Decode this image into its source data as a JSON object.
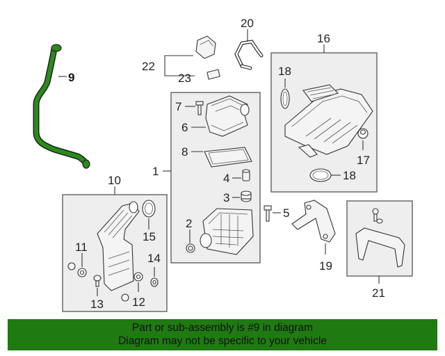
{
  "callouts": [
    "1",
    "2",
    "3",
    "4",
    "5",
    "6",
    "7",
    "8",
    "9",
    "10",
    "11",
    "12",
    "13",
    "14",
    "15",
    "16",
    "17",
    "18",
    "18",
    "19",
    "20",
    "21",
    "22",
    "23"
  ],
  "banner": {
    "line1": "Part or sub-assembly is #9 in diagram",
    "line2": "Diagram may not be specific to your vehicle"
  },
  "colors": {
    "highlight_part": "#2a8a1a",
    "banner_bg": "#1f7a12",
    "box_fill": "#eeeeee"
  }
}
